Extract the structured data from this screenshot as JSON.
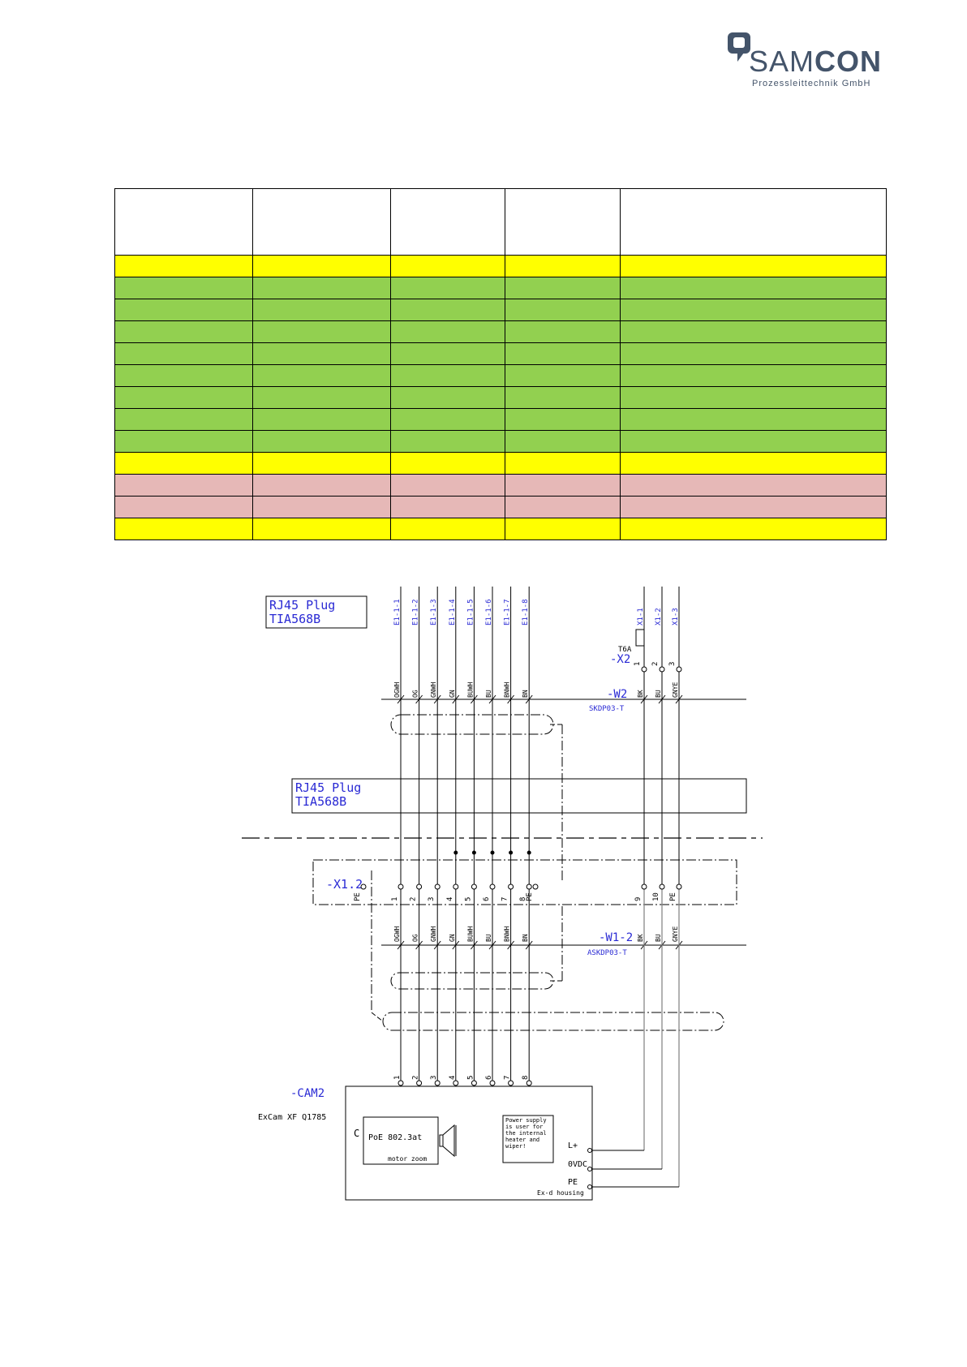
{
  "header": {
    "logo": {
      "brand_part1": "SAM",
      "brand_part2": "CON",
      "tagline": "Prozessleittechnik GmbH",
      "brand_color": "#44546a"
    }
  },
  "table": {
    "columns": [
      "",
      "",
      "",
      "",
      ""
    ],
    "rows": [
      {
        "color": "yellow",
        "cells": [
          "",
          "",
          "",
          "",
          ""
        ]
      },
      {
        "color": "green",
        "cells": [
          "",
          "",
          "",
          "",
          ""
        ]
      },
      {
        "color": "green",
        "cells": [
          "",
          "",
          "",
          "",
          ""
        ]
      },
      {
        "color": "green",
        "cells": [
          "",
          "",
          "",
          "",
          ""
        ]
      },
      {
        "color": "green",
        "cells": [
          "",
          "",
          "",
          "",
          ""
        ]
      },
      {
        "color": "green",
        "cells": [
          "",
          "",
          "",
          "",
          ""
        ]
      },
      {
        "color": "green",
        "cells": [
          "",
          "",
          "",
          "",
          ""
        ]
      },
      {
        "color": "green",
        "cells": [
          "",
          "",
          "",
          "",
          ""
        ]
      },
      {
        "color": "green",
        "cells": [
          "",
          "",
          "",
          "",
          ""
        ]
      },
      {
        "color": "yellow",
        "cells": [
          "",
          "",
          "",
          "",
          ""
        ]
      },
      {
        "color": "pink",
        "cells": [
          "",
          "",
          "",
          "",
          ""
        ]
      },
      {
        "color": "pink",
        "cells": [
          "",
          "",
          "",
          "",
          ""
        ]
      },
      {
        "color": "yellow",
        "cells": [
          "",
          "",
          "",
          "",
          ""
        ]
      }
    ]
  },
  "schematic": {
    "plug_top": {
      "line1": "RJ45 Plug",
      "line2": "TIA568B"
    },
    "plug_mid": {
      "line1": "RJ45 Plug",
      "line2": "TIA568B"
    },
    "e1_terminals": [
      "E1-1-1",
      "E1-1-2",
      "E1-1-3",
      "E1-1-4",
      "E1-1-5",
      "E1-1-6",
      "E1-1-7",
      "E1-1-8"
    ],
    "x1_terminals": [
      "X1-1",
      "X1-2",
      "X1-3"
    ],
    "fuse_label": "T6A",
    "x2_label": "-X2",
    "x2_pins": [
      "1",
      "2",
      "3"
    ],
    "w2_label": "-W2",
    "w2_type": "SKDP03-T",
    "data_cores": [
      "OGWH",
      "OG",
      "GNWH",
      "GN",
      "BUWH",
      "BU",
      "BNWH",
      "BN"
    ],
    "power_cores": [
      "BK",
      "BU",
      "GNYE"
    ],
    "x12_label": "-X1.2",
    "x12_pins": [
      "PE",
      "1",
      "2",
      "3",
      "4",
      "5",
      "6",
      "7",
      "8",
      "PE",
      "9",
      "10",
      "PE"
    ],
    "w12_label": "-W1-2",
    "w12_type": "ASKDP03-T",
    "cam_label": "-CAM2",
    "cam_model": "ExCam XF Q1785",
    "cam_pins": [
      "1",
      "2",
      "3",
      "4",
      "5",
      "6",
      "7",
      "8"
    ],
    "cam_c": "C",
    "poe_label": "PoE 802.3at",
    "zoom_label": "motor zoom",
    "power_note": [
      "Power supply",
      "is user for",
      "the internal",
      "heater and",
      "wiper!"
    ],
    "power_terms": [
      "L+",
      "0VDC",
      "PE"
    ],
    "housing_label": "Ex-d housing",
    "colors": {
      "blue": "#2a2ad4",
      "line": "#000000",
      "gray": "#888888"
    }
  }
}
